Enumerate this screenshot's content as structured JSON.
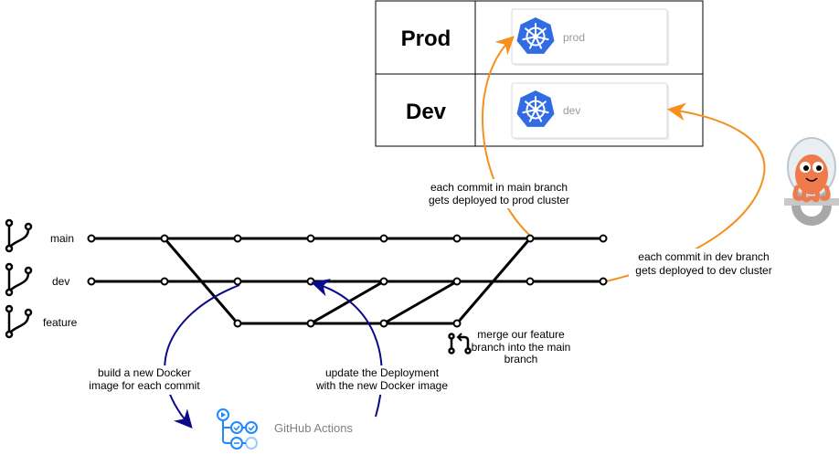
{
  "environments": [
    {
      "name": "Prod",
      "cluster": "prod"
    },
    {
      "name": "Dev",
      "cluster": "dev"
    }
  ],
  "branches": [
    "main",
    "dev",
    "feature"
  ],
  "annotations": {
    "main_deploy": [
      "each commit in main branch",
      "gets deployed to prod cluster"
    ],
    "dev_deploy": [
      "each commit in dev branch",
      "gets deployed to dev cluster"
    ],
    "merge": [
      "merge our feature",
      "branch into the main",
      "branch"
    ],
    "build": [
      "build a new Docker",
      "image for each commit"
    ],
    "update": [
      "update the Deployment",
      "with the new Docker image"
    ]
  },
  "ci": {
    "label": "GitHub Actions"
  },
  "colors": {
    "orange_arrow": "#f5901e",
    "blue_arrow": "#0a0a8a",
    "kubernetes": "#326ce5",
    "github_actions": "#2088ff",
    "argo": "#ef7b4d"
  }
}
